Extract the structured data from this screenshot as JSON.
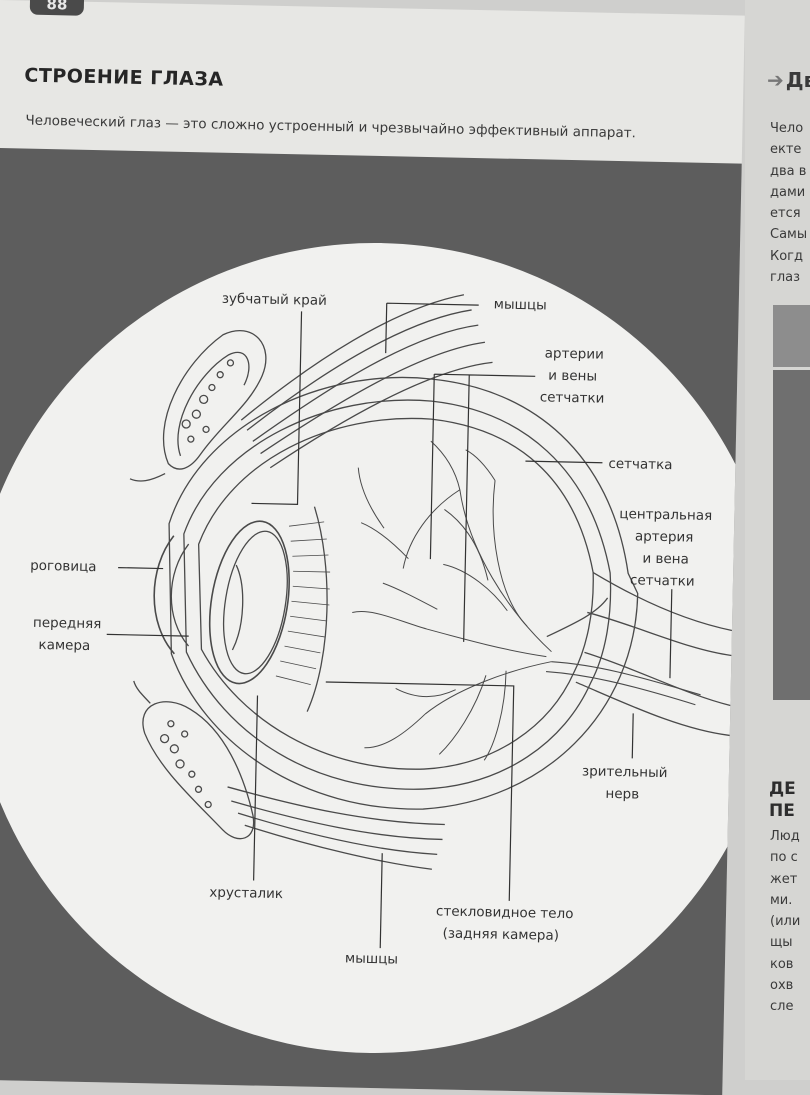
{
  "page": {
    "number": "88",
    "title": "СТРОЕНИЕ ГЛАЗА",
    "intro": "Человеческий глаз — это сложно устроенный и чрезвычайно эффективный аппарат."
  },
  "diagram": {
    "labels": {
      "serrated_edge": "зубчатый край",
      "muscles_top": "мышцы",
      "arteries_line1": "артерии",
      "arteries_line2": "и вены",
      "arteries_line3": "сетчатки",
      "retina": "сетчатка",
      "central_line1": "центральная",
      "central_line2": "артерия",
      "central_line3": "и вена",
      "central_line4": "сетчатки",
      "cornea": "роговица",
      "anterior_line1": "передняя",
      "anterior_line2": "камера",
      "optic_line1": "зрительный",
      "optic_line2": "нерв",
      "lens": "хрусталик",
      "vitreous_line1": "стекловидное тело",
      "vitreous_line2": "(задняя камера)",
      "muscles_bottom": "мышцы"
    }
  },
  "next_page": {
    "heading": "Дв",
    "arrow": "➔",
    "lines": [
      "Чело",
      "екте",
      "два в",
      "дами",
      "ется",
      "Самы",
      "Когд",
      "глаз"
    ],
    "subheading_line1": "ДЕ",
    "subheading_line2": "ПЕ",
    "lines2": [
      "Люд",
      "по с",
      "жет",
      "ми.",
      "(или",
      "щы",
      "ков",
      "охв",
      "сле"
    ]
  },
  "colors": {
    "page": "#e7e7e4",
    "band": "#5d5d5d",
    "ink": "#333333"
  }
}
